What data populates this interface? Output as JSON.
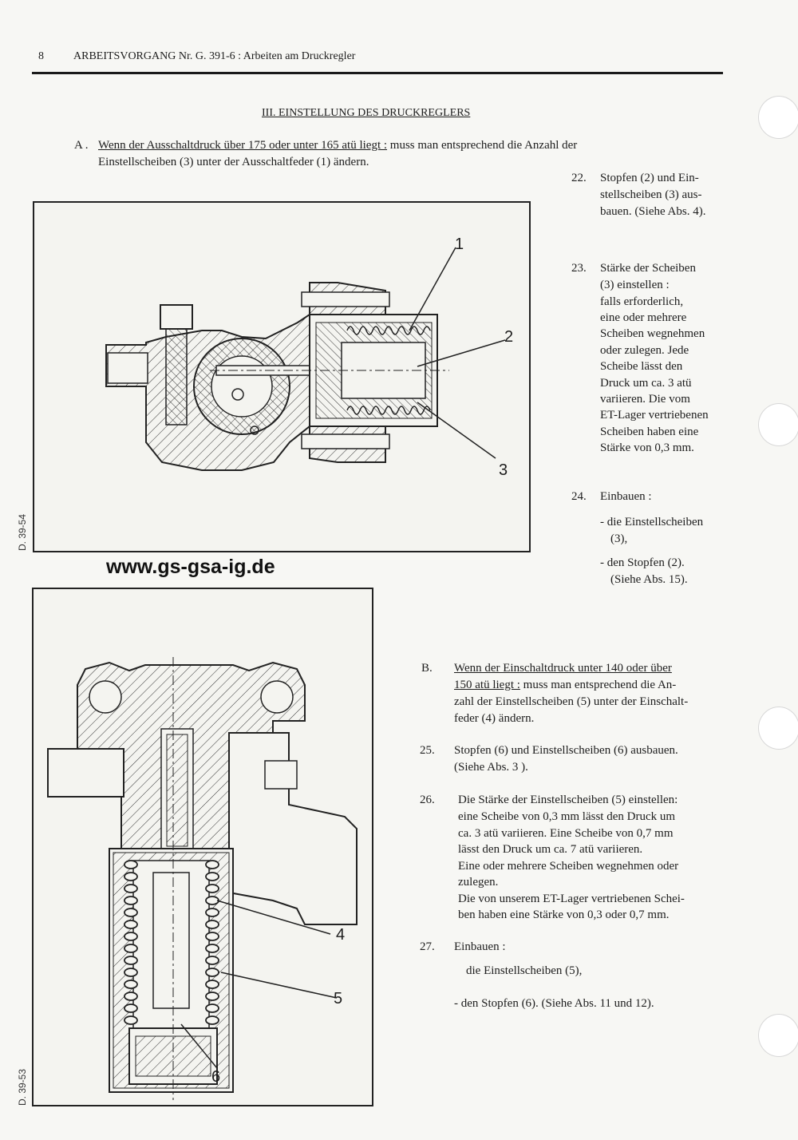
{
  "header": {
    "page_number": "8",
    "title": "ARBEITSVORGANG Nr. G. 391-6 : Arbeiten am Druckregler"
  },
  "section_title": "III. EINSTELLUNG DES DRUCKREGLERS",
  "part_a": {
    "letter": "A .",
    "condition": "Wenn der Ausschaltdruck über 175 oder unter 165 atü liegt :",
    "line1_rest": "muss man entsprechend die Anzahl der",
    "line2": "Einstellscheiben (3) unter der Ausschaltfeder (1) ändern."
  },
  "steps_a": [
    {
      "num": "22.",
      "lines": [
        "Stopfen (2) und Ein-",
        "stellscheiben (3) aus-",
        "bauen. (Siehe Abs. 4)."
      ]
    },
    {
      "num": "23.",
      "lines": [
        "Stärke der Scheiben",
        "(3) einstellen :",
        "falls erforderlich,",
        "eine oder mehrere",
        "Scheiben wegnehmen",
        "oder zulegen. Jede",
        "Scheibe lässt den",
        "Druck um ca. 3 atü",
        "variieren. Die vom",
        "ET-Lager vertriebenen",
        "Scheiben haben eine",
        "Stärke von 0,3 mm."
      ]
    },
    {
      "num": "24.",
      "lines": [
        "Einbauen :"
      ]
    }
  ],
  "install_a": [
    "- die Einstellscheiben",
    "(3),",
    "- den Stopfen (2).",
    "(Siehe Abs. 15)."
  ],
  "figure1": {
    "callouts": [
      "1",
      "2",
      "3"
    ],
    "side_label": "D. 39-54"
  },
  "figure2": {
    "callouts": [
      "4",
      "5",
      "6"
    ],
    "side_label": "D. 39-53"
  },
  "watermark_url": "www.gs-gsa-ig.de",
  "part_b": {
    "letter": "B.",
    "condition_l1": "Wenn der Einschaltdruck unter 140 oder über",
    "condition_l2": "150 atü liegt :",
    "line2_rest": "muss man entsprechend die An-",
    "line3": "zahl der Einstellscheiben (5) unter der Einschalt-",
    "line4": "feder (4) ändern."
  },
  "steps_b": [
    {
      "num": "25.",
      "lines": [
        "Stopfen (6) und Einstellscheiben (6) ausbauen.",
        "(Siehe Abs. 3 )."
      ]
    },
    {
      "num": "26.",
      "lines": [
        "Die Stärke der Einstellscheiben (5) einstellen:",
        "eine Scheibe von 0,3 mm lässt den Druck um",
        "ca. 3 atü variieren. Eine Scheibe von 0,7 mm",
        "lässt den Druck um ca. 7 atü variieren.",
        "Eine oder mehrere Scheiben wegnehmen oder",
        "zulegen.",
        "Die von unserem ET-Lager vertriebenen Schei-",
        "ben haben eine Stärke von 0,3 oder 0,7 mm."
      ]
    },
    {
      "num": "27.",
      "lines": [
        "Einbauen :",
        "die Einstellscheiben (5),",
        "- den Stopfen (6). (Siehe Abs. 11 und 12)."
      ]
    }
  ]
}
